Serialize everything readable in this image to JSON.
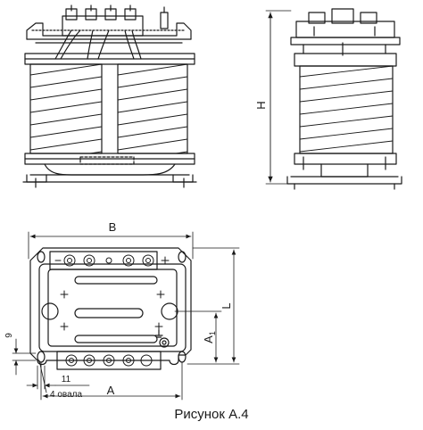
{
  "figure": {
    "caption": "Рисунок А.4",
    "dimensions": {
      "height_label": "H",
      "width_label": "B",
      "length_label": "L",
      "base_label": "A",
      "hole_offset_label": "A",
      "hole_offset_subscript": "1",
      "small_dim_9": "9",
      "small_dim_11": "11",
      "holes_note": "4 овала"
    }
  }
}
